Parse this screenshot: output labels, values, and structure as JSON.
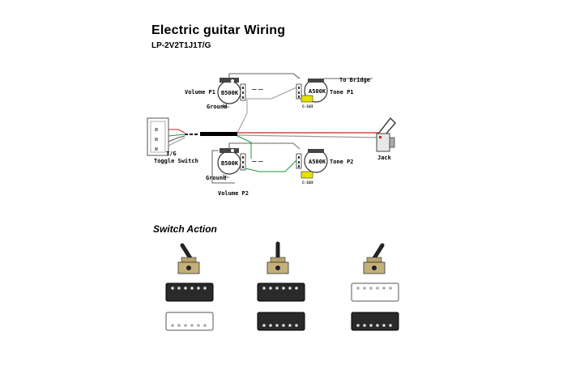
{
  "title": "Electric guitar Wiring",
  "subtitle": "LP-2V2T1J1T/G",
  "labels": {
    "volume_p1": "Volume P1",
    "volume_p2": "Volume P2",
    "tone_p1": "Tone P1",
    "tone_p2": "Tone P2",
    "pot_b500k": "B500K",
    "pot_a500k": "A500K",
    "ground_1": "Ground",
    "ground_2": "Ground",
    "to_bridge": "To Bridge",
    "jack": "Jack",
    "toggle_code": "T/G",
    "toggle_switch": "Toggle Switch"
  },
  "switch_action": {
    "heading": "Switch Action",
    "positions": [
      {
        "lever": "left",
        "neck_active": true,
        "bridge_active": false
      },
      {
        "lever": "center",
        "neck_active": true,
        "bridge_active": true
      },
      {
        "lever": "right",
        "neck_active": false,
        "bridge_active": true
      }
    ]
  },
  "colors": {
    "wire_red": "#cc2222",
    "wire_green": "#1a9a3a",
    "wire_gray": "#9a9a9a",
    "cap_yellow": "#e8e000",
    "pickup_active": "#2a2a2a",
    "pickup_inactive": "#ffffff"
  }
}
